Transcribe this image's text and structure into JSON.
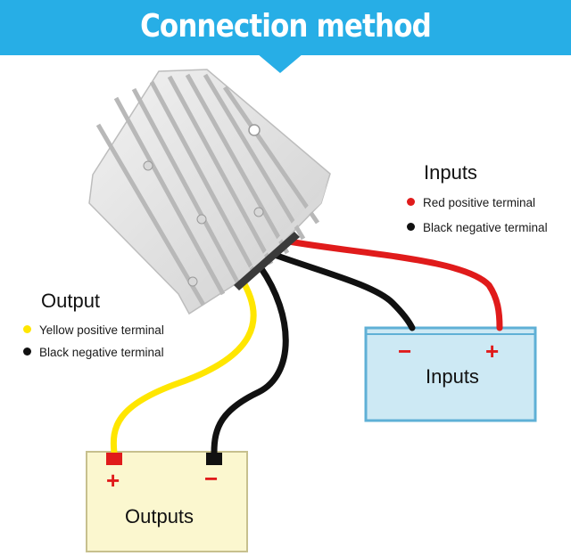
{
  "banner": {
    "title": "Connection method"
  },
  "inputs_legend": {
    "heading": "Inputs",
    "items": [
      {
        "label": "Red positive terminal",
        "color": "#e01b1b"
      },
      {
        "label": "Black negative terminal",
        "color": "#111111"
      }
    ]
  },
  "output_legend": {
    "heading": "Output",
    "items": [
      {
        "label": "Yellow positive terminal",
        "color": "#ffe600"
      },
      {
        "label": "Black negative terminal",
        "color": "#111111"
      }
    ]
  },
  "input_box": {
    "label": "Inputs",
    "minus": "−",
    "plus": "+",
    "fill": "#cde9f4",
    "border": "#5fb0d6"
  },
  "output_box": {
    "label": "Outputs",
    "plus": "+",
    "minus": "−",
    "fill": "#fbf7cf",
    "border": "#c7c08e"
  },
  "colors": {
    "banner": "#27aee6",
    "sign_red": "#e01b1b",
    "wire_red": "#e01b1b",
    "wire_black": "#111111",
    "wire_yellow": "#ffe600"
  },
  "device": {
    "icon": "heatsink-converter-icon"
  }
}
